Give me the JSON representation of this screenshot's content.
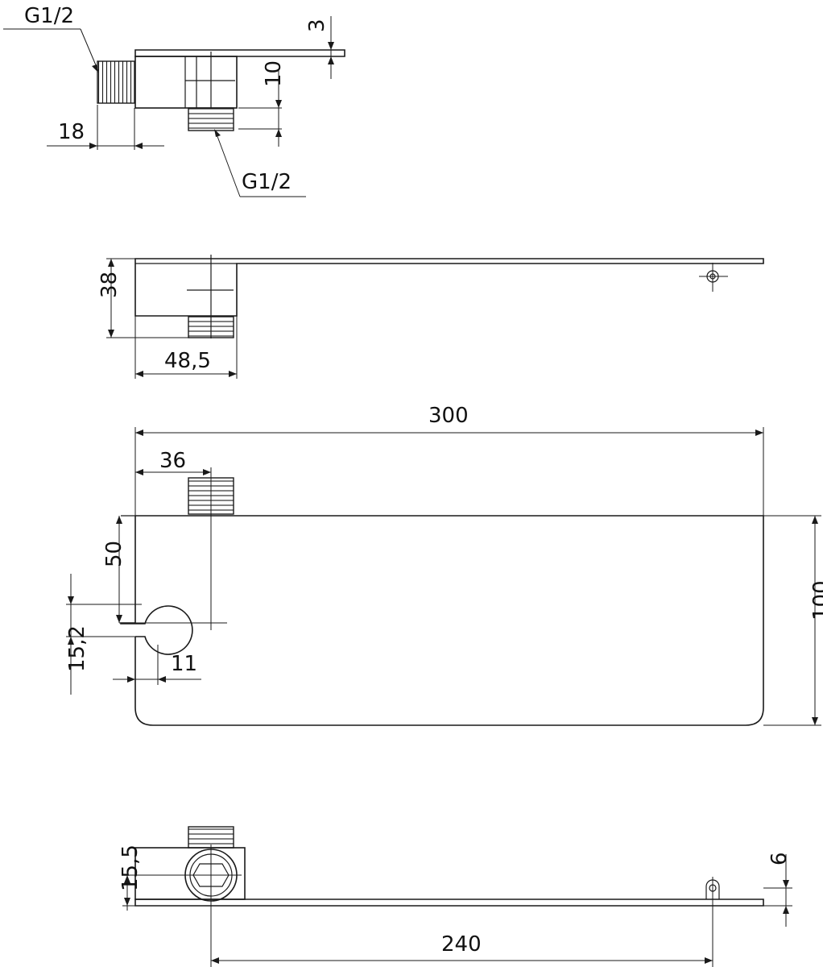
{
  "dimensions": {
    "thread_top_side": "G1/2",
    "thread_top_bottom": "G1/2",
    "plate_thickness": "3",
    "outlet_height": "10",
    "inlet_length": "18",
    "body_height": "38",
    "body_width": "48,5",
    "overall_length": "300",
    "outlet_offset": "36",
    "hole_offset": "50",
    "depth": "100",
    "slot_width": "15,2",
    "slot_depth": "11",
    "body_height_bottom": "15,5",
    "mount_height": "6",
    "hole_spacing": "240"
  },
  "colors": {
    "line": "#1a1a1a",
    "background": "#ffffff"
  }
}
